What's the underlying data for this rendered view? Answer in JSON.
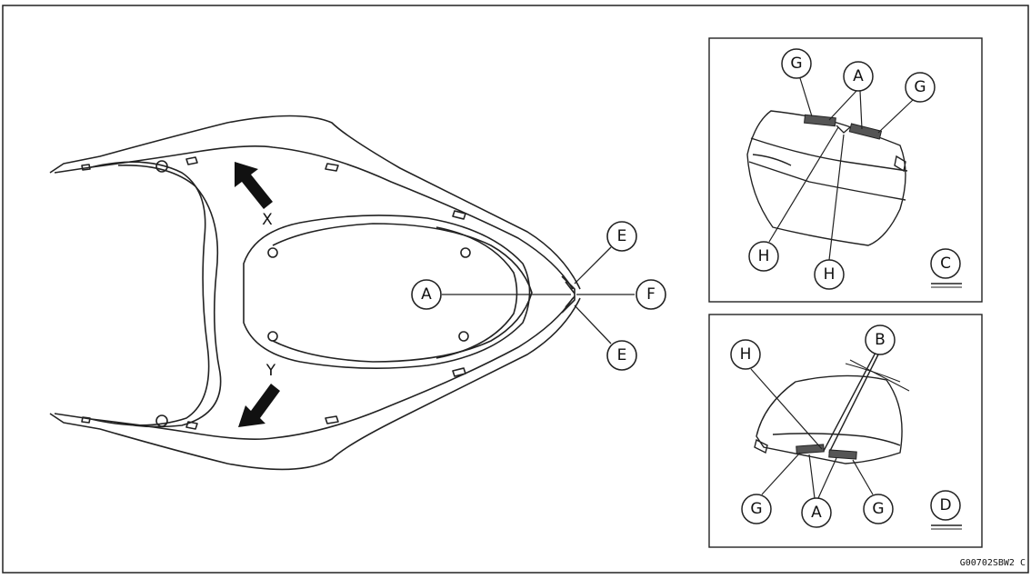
{
  "callouts_main": {
    "A": "A",
    "E_top": "E",
    "F": "F",
    "E_bottom": "E"
  },
  "arrows_main": {
    "X": "X",
    "Y": "Y"
  },
  "inset_c": {
    "view_label": "C",
    "G_left": "G",
    "A": "A",
    "G_right": "G",
    "H_left": "H",
    "H_right": "H"
  },
  "inset_d": {
    "view_label": "D",
    "H": "H",
    "B": "B",
    "G_left": "G",
    "A": "A",
    "G_right": "G"
  },
  "figure_code": "G00702SBW2 C"
}
